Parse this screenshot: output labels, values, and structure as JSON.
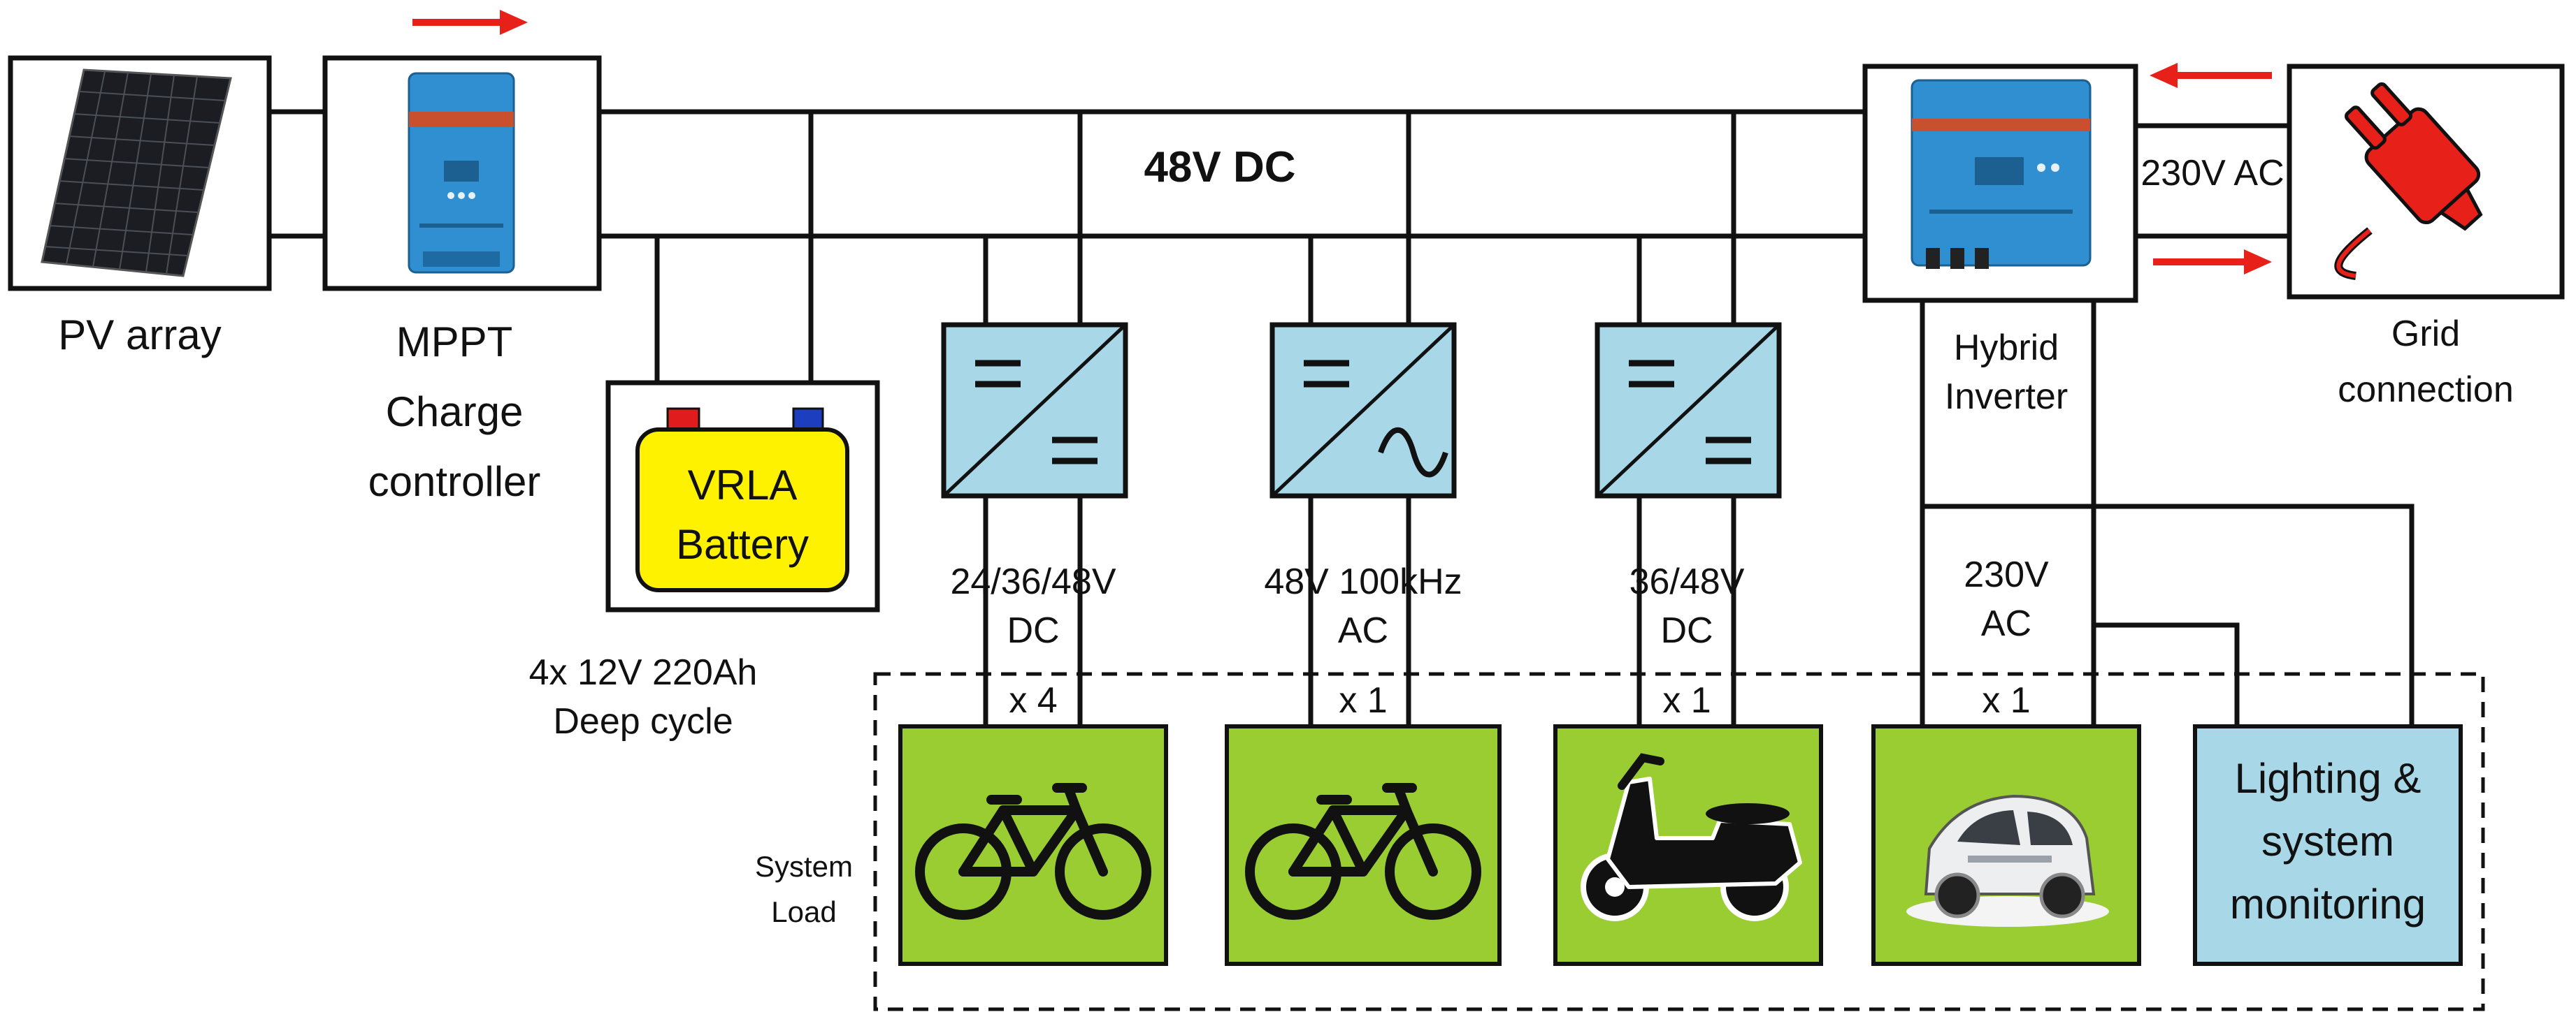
{
  "bus": {
    "label": "48V DC"
  },
  "components": {
    "pv": {
      "label": "PV array"
    },
    "mppt": {
      "label_lines": [
        "MPPT",
        "Charge",
        "controller"
      ]
    },
    "battery": {
      "text_lines": [
        "VRLA",
        "Battery"
      ],
      "spec_lines": [
        "4x 12V 220Ah",
        "Deep cycle"
      ]
    },
    "hybrid": {
      "label_lines": [
        "Hybrid",
        "Inverter"
      ]
    },
    "grid": {
      "label_lines": [
        "Grid",
        "connection"
      ],
      "ac_label": "230V AC"
    }
  },
  "converters": [
    {
      "output_lines": [
        "24/36/48V",
        "DC"
      ],
      "type": "dc-dc"
    },
    {
      "output_lines": [
        "48V 100kHz",
        "AC"
      ],
      "type": "dc-ac"
    },
    {
      "output_lines": [
        "36/48V",
        "DC"
      ],
      "type": "dc-dc"
    }
  ],
  "ac_output": {
    "lines": [
      "230V",
      "AC"
    ]
  },
  "system_load": {
    "label_lines": [
      "System",
      "Load"
    ],
    "loads": [
      {
        "count": "x 4",
        "icon": "bicycle-icon"
      },
      {
        "count": "x 1",
        "icon": "bicycle-icon"
      },
      {
        "count": "x 1",
        "icon": "scooter-icon"
      },
      {
        "count": "x 1",
        "icon": "electric-car-icon"
      }
    ],
    "lighting_lines": [
      "Lighting &",
      "system",
      "monitoring"
    ]
  },
  "colors": {
    "load_green": "#9ACD32",
    "converter_blue": "#A8D8E8",
    "battery_yellow": "#FFF200",
    "arrow_red": "#E8201A",
    "device_blue": "#2F8FD0",
    "plug_red": "#E8201A"
  }
}
